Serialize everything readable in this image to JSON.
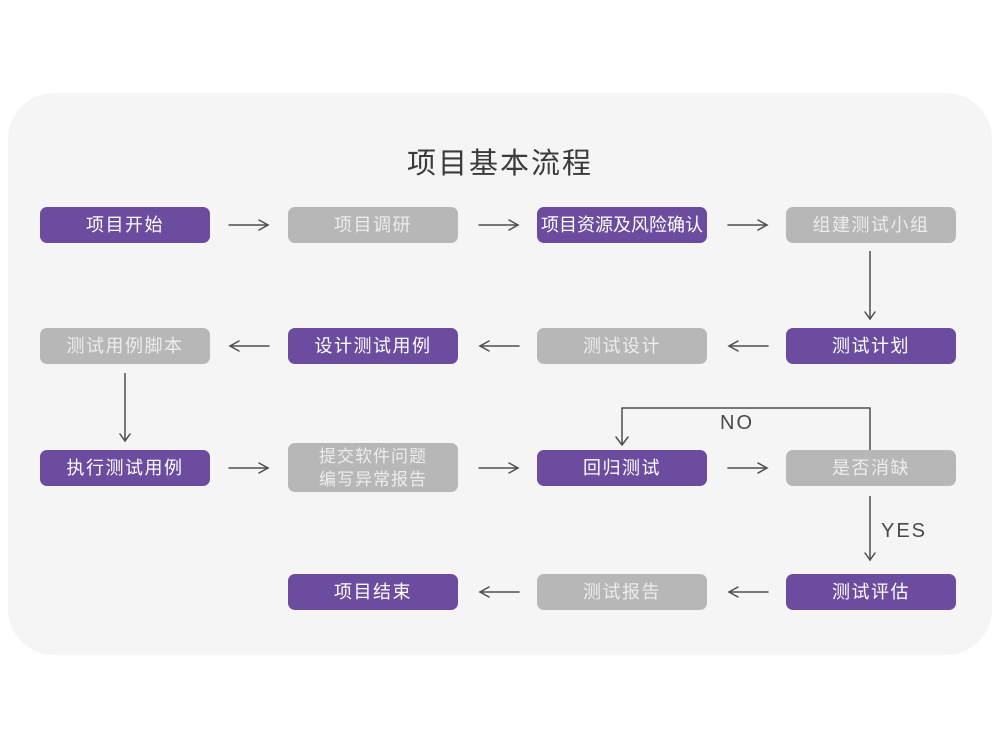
{
  "title": "项目基本流程",
  "decision_labels": {
    "no": "NO",
    "yes": "YES"
  },
  "nodes": {
    "project_start": "项目开始",
    "project_research": "项目调研",
    "resource_risk_confirm": "项目资源及风险确认",
    "build_test_team": "组建测试小组",
    "test_plan": "测试计划",
    "test_design": "测试设计",
    "design_test_cases": "设计测试用例",
    "test_case_scripts": "测试用例脚本",
    "execute_test_cases": "执行测试用例",
    "submit_issues_line1": "提交软件问题",
    "submit_issues_line2": "编写异常报告",
    "regression_test": "回归测试",
    "defect_resolved": "是否消缺",
    "test_evaluation": "测试评估",
    "test_report": "测试报告",
    "project_end": "项目结束"
  },
  "colors": {
    "node_purple": "#6b4c9e",
    "node_gray": "#b7b7b7",
    "card_background": "#f6f5f6",
    "arrow": "#4f4f4f",
    "title_text": "#3b3b3b"
  }
}
